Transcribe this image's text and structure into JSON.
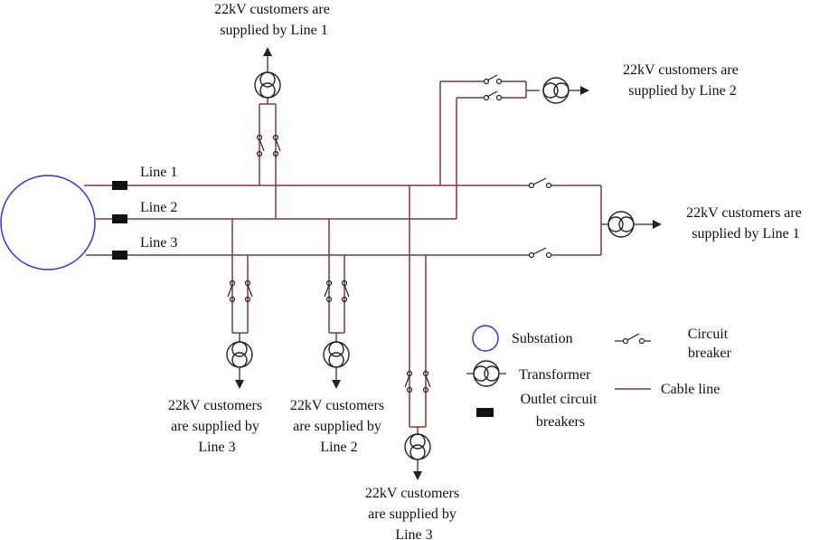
{
  "lines": {
    "line1": "Line 1",
    "line2": "Line 2",
    "line3": "Line 3"
  },
  "customers": {
    "top_line1": [
      "22kV customers are",
      "supplied by Line 1"
    ],
    "top_right_line2": [
      "22kV customers are",
      "supplied by Line 2"
    ],
    "right_line1": [
      "22kV customers are",
      "supplied by Line 1"
    ],
    "bottom_line3_left": [
      "22kV customers",
      "are supplied by",
      "Line 3"
    ],
    "bottom_line2": [
      "22kV customers",
      "are supplied by",
      "Line 2"
    ],
    "bottom_line3_center": [
      "22kV customers",
      "are supplied by",
      "Line 3"
    ]
  },
  "legend": {
    "substation": "Substation",
    "circuit_breaker": [
      "Circuit",
      "breaker"
    ],
    "transformer": "Transformer",
    "cable_line": "Cable line",
    "outlet_breakers": [
      "Outlet circuit",
      "breakers"
    ]
  },
  "colors": {
    "substation": "#3333dd",
    "cable": "#7a3b3b",
    "outlet_breaker": "#111111"
  }
}
